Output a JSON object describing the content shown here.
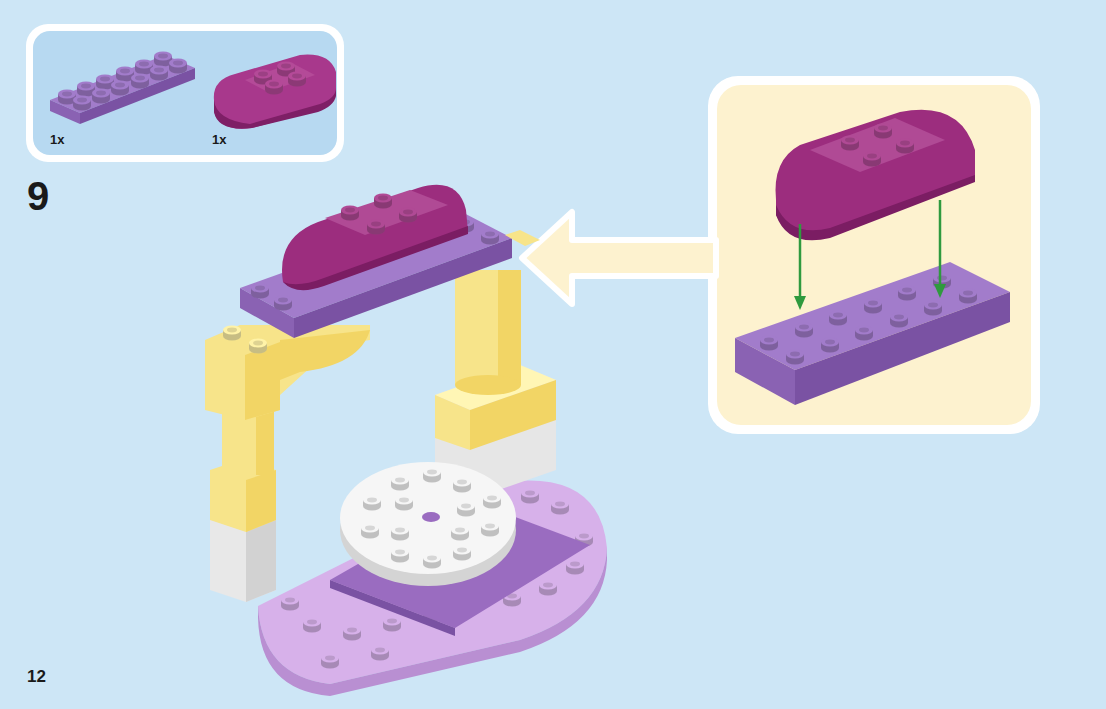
{
  "diagram": {
    "labels": [
      "1x",
      "1x",
      "9",
      "12"
    ]
  }
}
